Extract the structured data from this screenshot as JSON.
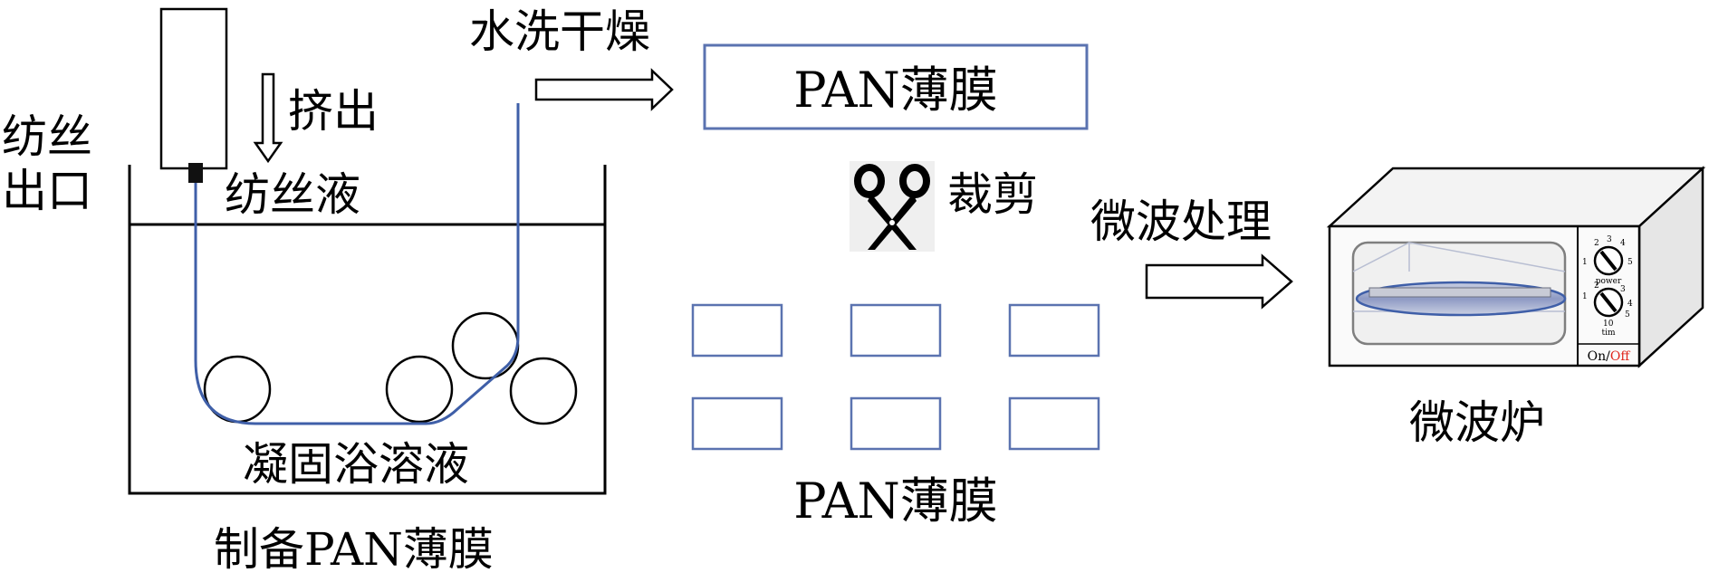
{
  "labels": {
    "spinneret_outlet": [
      "纺丝",
      "出口"
    ],
    "extrude": "挤出",
    "spinning_solution": "纺丝液",
    "wash_dry": "水洗干燥",
    "pan_film_top": "PAN薄膜",
    "cut": "裁剪",
    "microwave_treatment": "微波处理",
    "coagulation_bath": "凝固浴溶液",
    "pan_films": "PAN薄膜",
    "microwave_oven": "微波炉",
    "prepare_pan_film": "制备PAN薄膜"
  },
  "oven": {
    "dial_power": [
      "1",
      "2",
      "3",
      "4",
      "5"
    ],
    "power_label": "power",
    "dial_time": [
      "1",
      "2",
      "3",
      "4",
      "5",
      "10"
    ],
    "time_label": "tim",
    "switch_on": "On/",
    "switch_off": "Off"
  },
  "colors": {
    "fiber": "#3f5fa8",
    "film_border": "#5b73b0",
    "off_red": "#e0251b",
    "line": "#000000"
  }
}
